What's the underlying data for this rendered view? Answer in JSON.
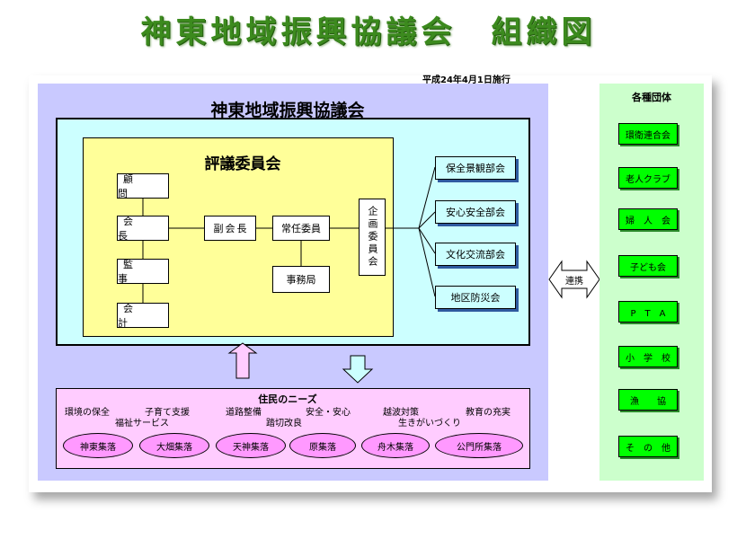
{
  "title": "神東地域振興協議会　組織図",
  "effective_date": "平成24年4月1日施行",
  "council": {
    "title": "神東地域振興協議会",
    "board_title": "評議委員会",
    "advisor": "顧　問",
    "chairman": "会　長",
    "auditor": "監　事",
    "accountant": "会　計",
    "vice_chairman": "副会長",
    "standing_committee": "常任委員",
    "secretariat": "事務局",
    "planning_committee": "企画委員会",
    "departments": [
      "保全景観部会",
      "安心安全部会",
      "文化交流部会",
      "地区防災会"
    ]
  },
  "cooperation_label": "連携",
  "groups": {
    "title": "各種団体",
    "items": [
      "環衛連合会",
      "老人クラブ",
      "婦　人　会",
      "子ども会",
      "P　T　A",
      "小　学　校",
      "漁　　協",
      "そ　の　他"
    ]
  },
  "needs": {
    "title": "住民のニーズ",
    "items": [
      "環境の保全",
      "子育て支援",
      "道路整備",
      "安全・安心",
      "越波対策",
      "教育の充実",
      "福祉サービス",
      "踏切改良",
      "生きがいづくり"
    ]
  },
  "villages": [
    "神東集落",
    "大畑集落",
    "天神集落",
    "原集落",
    "舟木集落",
    "公門所集落"
  ],
  "colors": {
    "title_green": "#3c8a1e",
    "council_panel": "#c9c9ff",
    "council_box": "#ccffff",
    "board_box": "#ffff99",
    "needs_box": "#ffccff",
    "village_fill": "#ff99ff",
    "groups_panel": "#ccffcc",
    "group_fill": "#00ff00"
  }
}
